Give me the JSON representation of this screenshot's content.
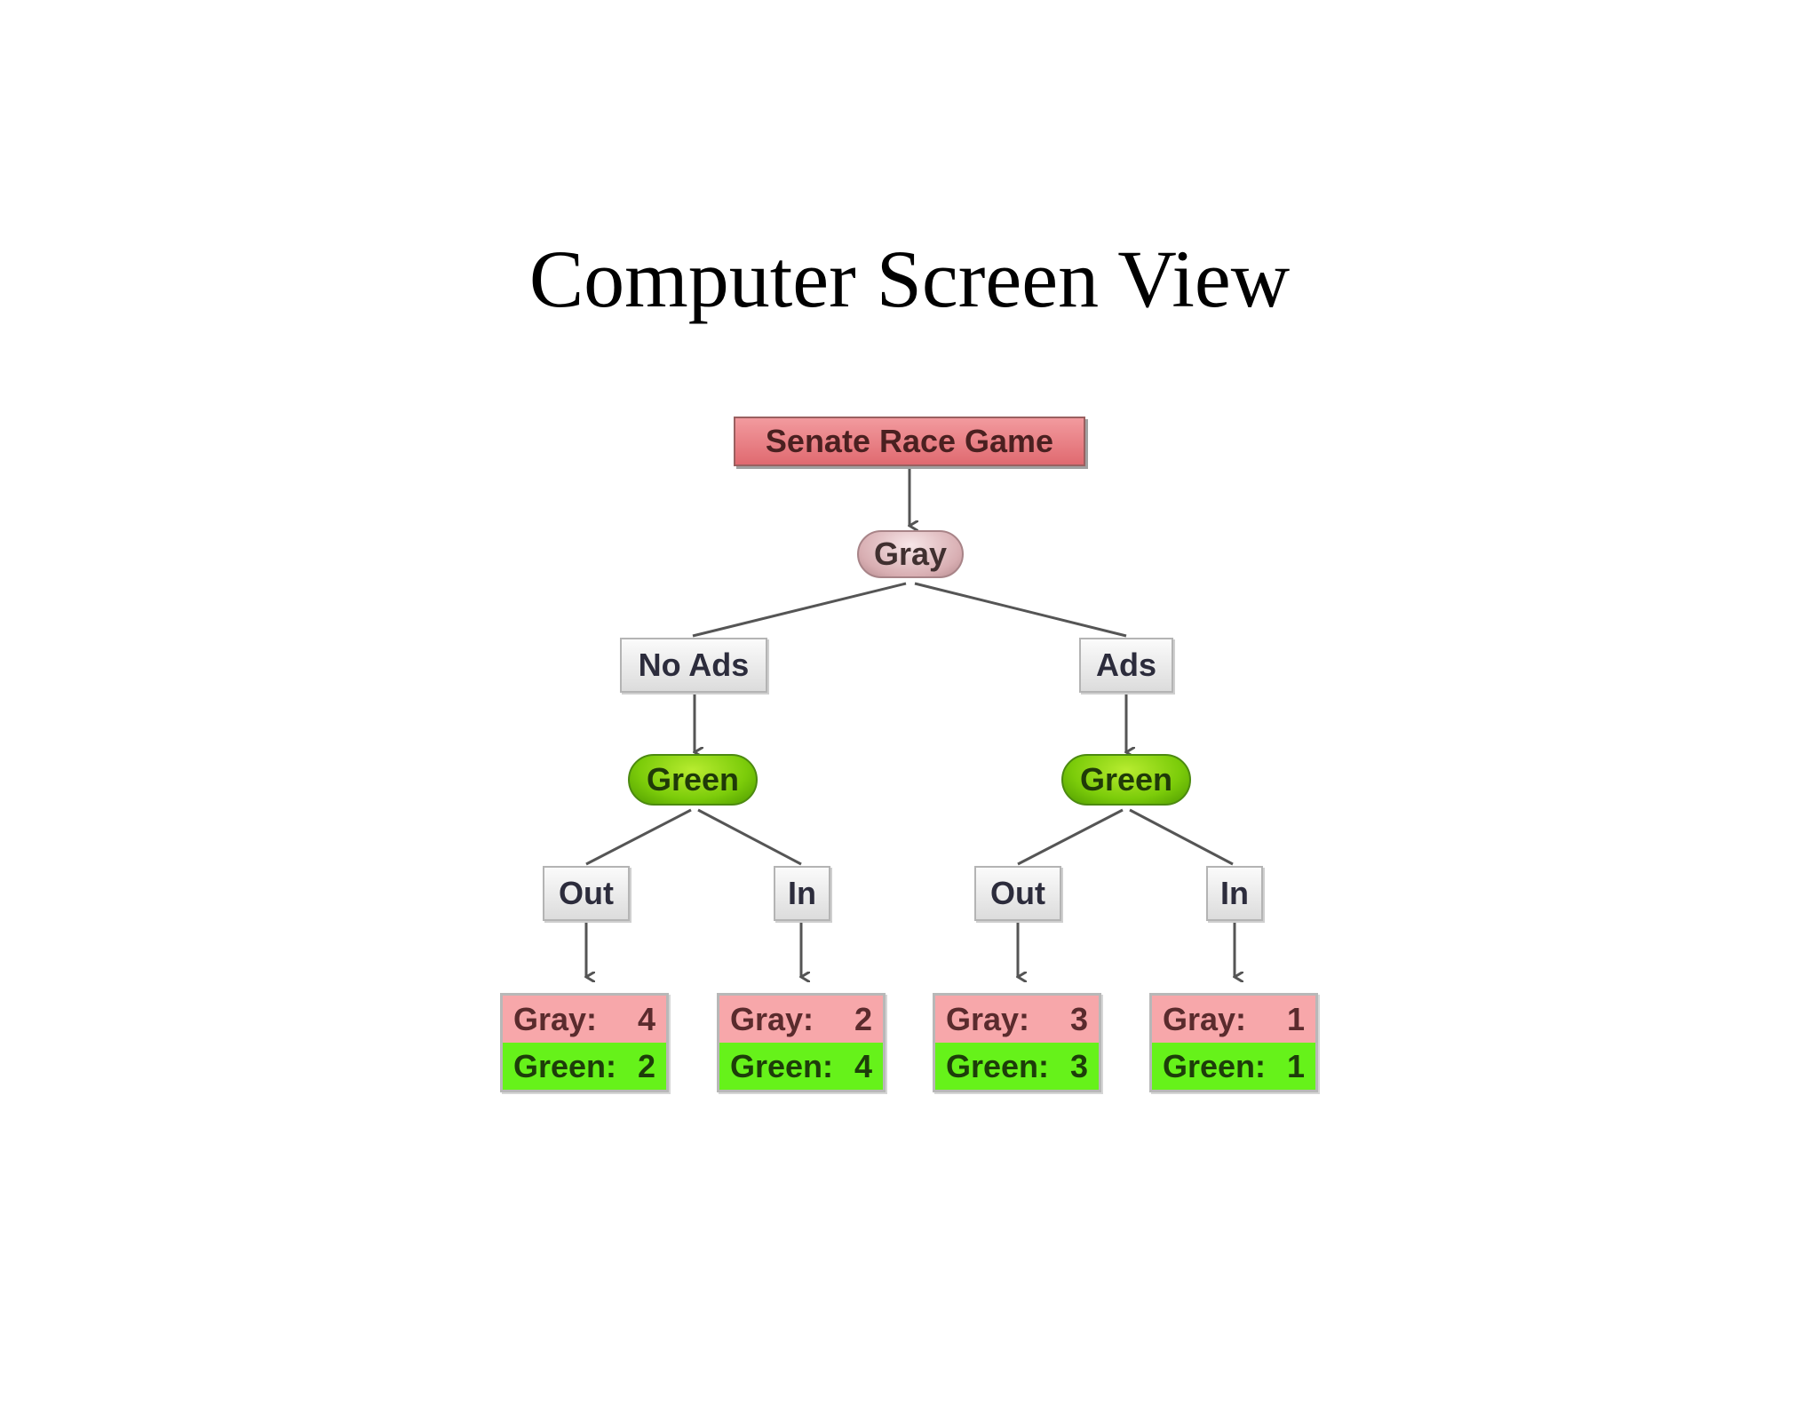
{
  "title": "Computer Screen View",
  "tree": {
    "root": "Senate Race Game",
    "first_mover": "Gray",
    "actions_level1": [
      "No Ads",
      "Ads"
    ],
    "second_mover": "Green",
    "actions_level2": [
      "Out",
      "In"
    ],
    "payoffs": [
      {
        "gray_label": "Gray:",
        "gray_value": "4",
        "green_label": "Green:",
        "green_value": "2"
      },
      {
        "gray_label": "Gray:",
        "gray_value": "2",
        "green_label": "Green:",
        "green_value": "4"
      },
      {
        "gray_label": "Gray:",
        "gray_value": "3",
        "green_label": "Green:",
        "green_value": "3"
      },
      {
        "gray_label": "Gray:",
        "gray_value": "1",
        "green_label": "Green:",
        "green_value": "1"
      }
    ]
  },
  "colors": {
    "root": "#e8787c",
    "gray_player": "#d8b0b4",
    "green_player": "#7ccc0a",
    "gray_payoff_row": "#f7a7aa",
    "green_payoff_row": "#66f21a",
    "edge": "#555555"
  }
}
